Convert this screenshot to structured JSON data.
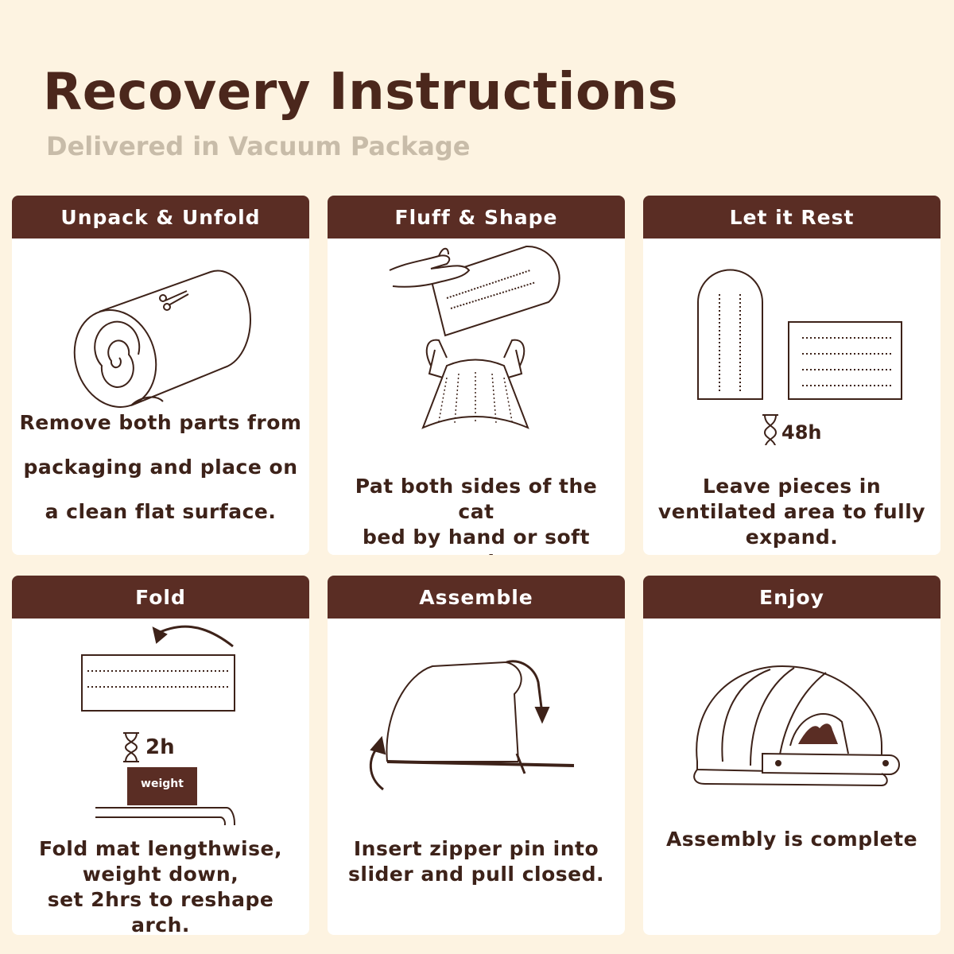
{
  "title": "Recovery Instructions",
  "subtitle": "Delivered in Vacuum Package",
  "colors": {
    "background": "#fdf3e1",
    "header": "#5a2d24",
    "title": "#4b271c",
    "subtitle": "#c8bca9",
    "text": "#3d2219"
  },
  "steps": [
    {
      "header": "Unpack & Unfold",
      "illustration": "rolled-mat-with-scissors-icon",
      "lines": [
        "Remove both parts from",
        "packaging and place on",
        "a clean flat surface."
      ]
    },
    {
      "header": "Fluff & Shape",
      "illustration": "hands-patting-cushion-icon",
      "lines": [
        "Pat both sides of the cat",
        "bed by hand or soft tool."
      ]
    },
    {
      "header": "Let it Rest",
      "illustration": "two-pieces-hourglass-icon",
      "badge": "48h",
      "lines": [
        "Leave pieces in",
        "ventilated area to fully",
        "expand."
      ]
    },
    {
      "header": "Fold",
      "illustration": "folded-mat-with-weight-icon",
      "badge": "2h",
      "weight_label": "weight",
      "lines": [
        "Fold mat lengthwise,",
        "weight down,",
        "set 2hrs to reshape arch."
      ]
    },
    {
      "header": "Assemble",
      "illustration": "arch-zipper-arrows-icon",
      "lines": [
        "Insert zipper pin into",
        "slider and pull closed."
      ]
    },
    {
      "header": "Enjoy",
      "illustration": "assembled-cat-bed-icon",
      "lines": [
        "Assembly is complete"
      ]
    }
  ]
}
